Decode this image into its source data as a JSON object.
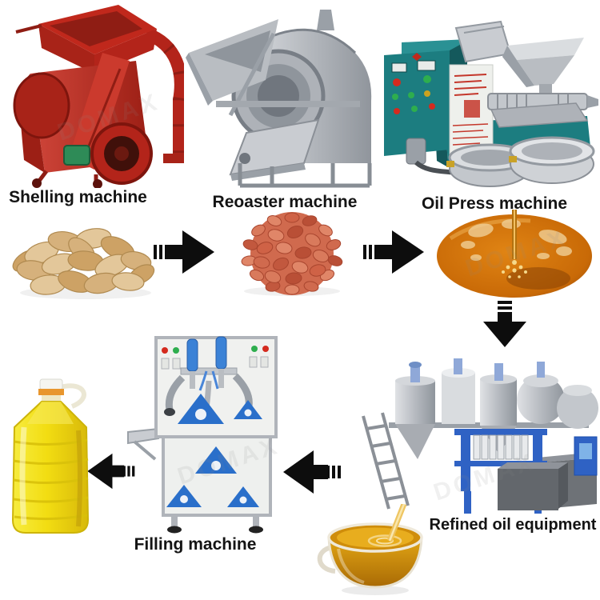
{
  "canvas": {
    "background": "#ffffff",
    "watermark_text": "DOMAX"
  },
  "labels": {
    "shelling": "Shelling machine",
    "roaster": "Reoaster machine",
    "press": "Oil Press machine",
    "refined": "Refined oil equipment",
    "filling": "Filling machine"
  },
  "flow": {
    "sequence": [
      "Shelling machine",
      "Reoaster machine",
      "Oil Press machine",
      "Refined oil equipment",
      "Filling machine"
    ],
    "arrows": [
      {
        "id": "arrow-1",
        "direction": "right",
        "from": "raw peanuts",
        "to": "roasted peanuts"
      },
      {
        "id": "arrow-2",
        "direction": "right",
        "from": "roasted peanuts",
        "to": "crude oil"
      },
      {
        "id": "arrow-3",
        "direction": "down",
        "from": "crude oil",
        "to": "refined oil equipment"
      },
      {
        "id": "arrow-4",
        "direction": "left",
        "from": "refined oil equipment",
        "to": "filling machine"
      },
      {
        "id": "arrow-5",
        "direction": "left",
        "from": "filling machine",
        "to": "bottled oil"
      }
    ]
  },
  "colors": {
    "label_text": "#141414",
    "arrow_black": "#0d0d0d",
    "shelling_machine_red": "#bf2a1d",
    "roaster_steel_gray": "#b3b7bd",
    "press_cabinet_teal": "#1c7d80",
    "refinery_frame_blue": "#2f62c4",
    "filling_logo_blue": "#2a6fca",
    "crude_oil_amber": "#c96a07",
    "refined_oil_gold": "#d9980f",
    "bottle_oil_yellow": "#f2dd12",
    "peanut_shell_tan": "#dcb985",
    "peanut_kernel_red": "#d06a4e"
  }
}
